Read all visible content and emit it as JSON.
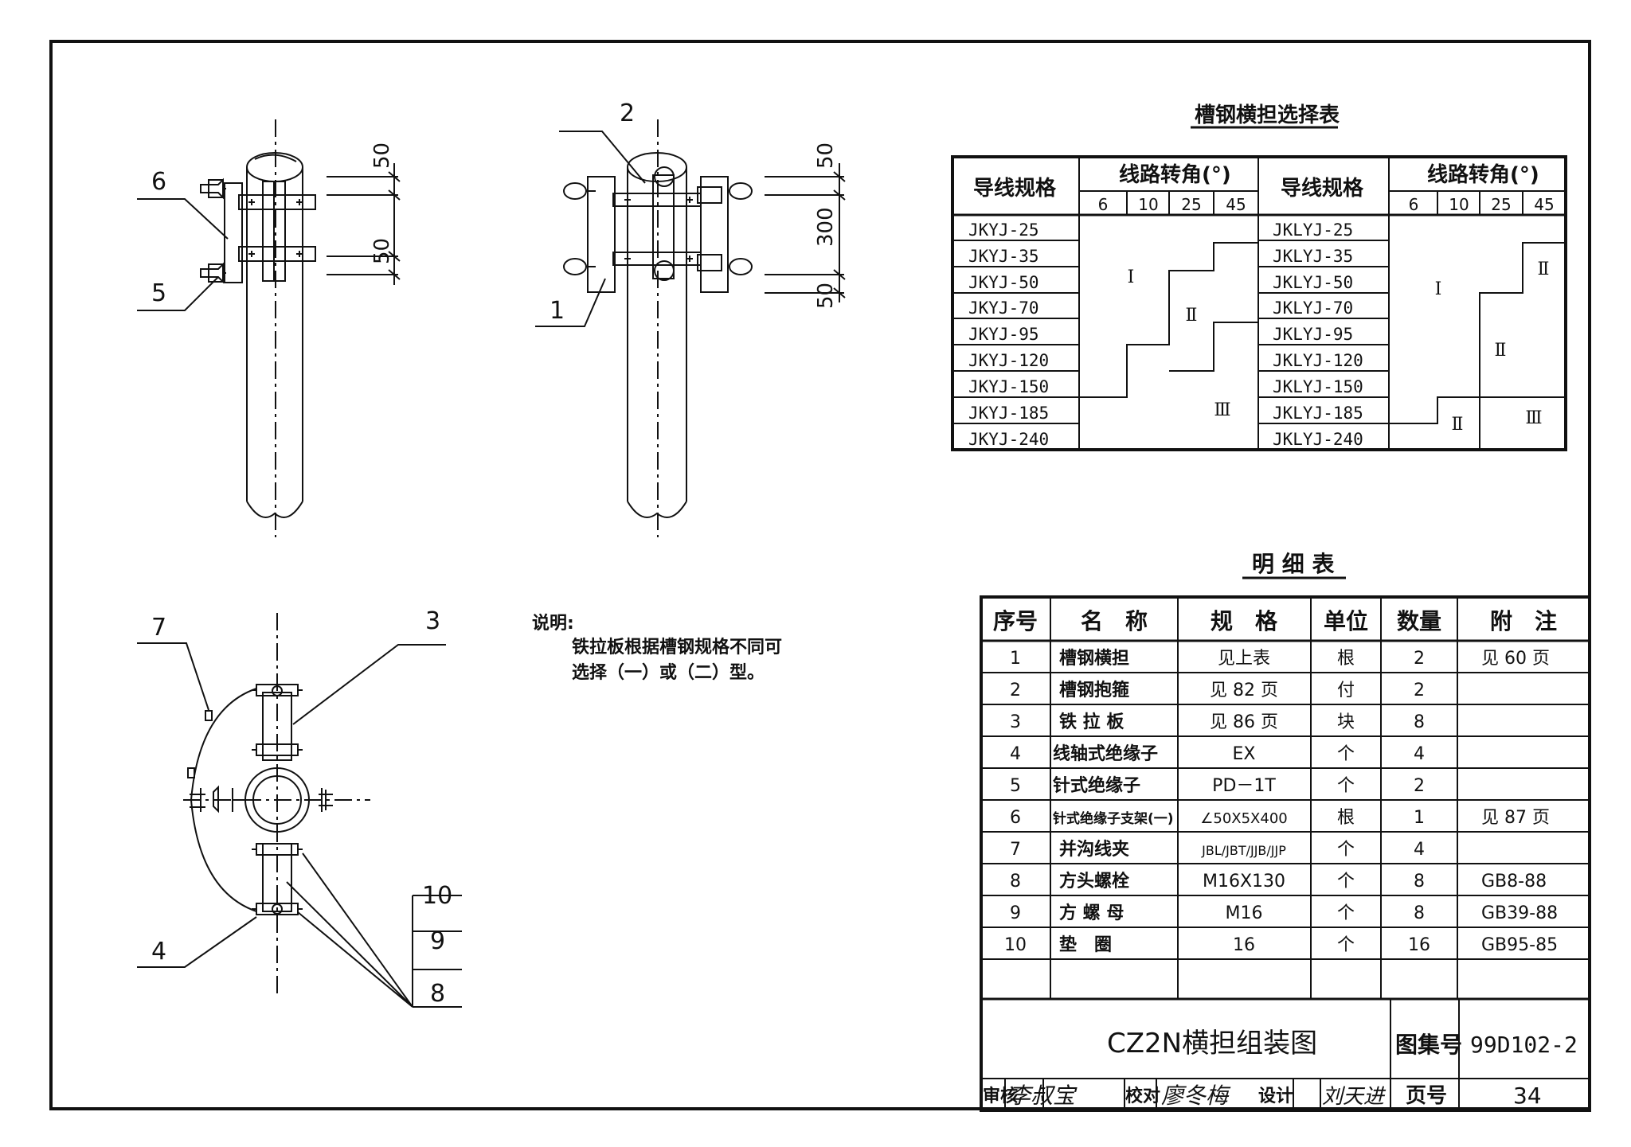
{
  "drawing": {
    "part_numbers": [
      "1",
      "2",
      "3",
      "4",
      "5",
      "6",
      "7",
      "8",
      "9",
      "10"
    ],
    "dims_left": [
      "50",
      "50"
    ],
    "dims_right": [
      "50",
      "300",
      "50"
    ],
    "note_title": "说明:",
    "note_lines": [
      "铁拉板根据槽钢规格不同可",
      "选择（一）或（二）型。"
    ]
  },
  "selection_table": {
    "title": "槽钢横担选择表",
    "col_spec": "导线规格",
    "col_angle": "线路转角(°)",
    "angles": [
      "6",
      "10",
      "25",
      "45"
    ],
    "left_specs": [
      "JKYJ-25",
      "JKYJ-35",
      "JKYJ-50",
      "JKYJ-70",
      "JKYJ-95",
      "JKYJ-120",
      "JKYJ-150",
      "JKYJ-185",
      "JKYJ-240"
    ],
    "right_specs": [
      "JKLYJ-25",
      "JKLYJ-35",
      "JKLYJ-50",
      "JKLYJ-70",
      "JKLYJ-95",
      "JKLYJ-120",
      "JKLYJ-150",
      "JKLYJ-185",
      "JKLYJ-240"
    ],
    "left_zones": [
      "I",
      "Ⅱ",
      "Ⅲ"
    ],
    "right_zones": [
      "I",
      "Ⅱ",
      "Ⅱ",
      "Ⅲ",
      "Ⅱ"
    ]
  },
  "detail_table": {
    "title": "明 细 表",
    "headers": [
      "序号",
      "名　称",
      "规　格",
      "单位",
      "数量",
      "附　注"
    ],
    "rows": [
      [
        "1",
        "槽钢横担",
        "见上表",
        "根",
        "2",
        "见 60 页"
      ],
      [
        "2",
        "槽钢抱箍",
        "见 82 页",
        "付",
        "2",
        ""
      ],
      [
        "3",
        "铁 拉 板",
        "见 86 页",
        "块",
        "8",
        ""
      ],
      [
        "4",
        "线轴式绝缘子",
        "EX",
        "个",
        "4",
        ""
      ],
      [
        "5",
        "针式绝缘子",
        "PD－1T",
        "个",
        "2",
        ""
      ],
      [
        "6",
        "针式绝缘子支架(一)",
        "∠50X5X400",
        "根",
        "1",
        "见 87 页"
      ],
      [
        "7",
        "并沟线夹",
        "JBL/JBT/JJB/JJP",
        "个",
        "4",
        ""
      ],
      [
        "8",
        "方头螺栓",
        "M16X130",
        "个",
        "8",
        "GB8-88"
      ],
      [
        "9",
        "方 螺 母",
        "M16",
        "个",
        "8",
        "GB39-88"
      ],
      [
        "10",
        "垫　圈",
        "16",
        "个",
        "16",
        "GB95-85"
      ]
    ]
  },
  "title_block": {
    "drawing_title": "CZ2N横担组装图",
    "atlas_label": "图集号",
    "atlas_no": "99D102-2",
    "page_label": "页号",
    "page_no": "34",
    "review_label": "审核",
    "review_sign": "李叔宝",
    "check_label": "校对",
    "check_sign": "廖冬梅",
    "design_label": "设计",
    "design_sign": "刘天进"
  }
}
